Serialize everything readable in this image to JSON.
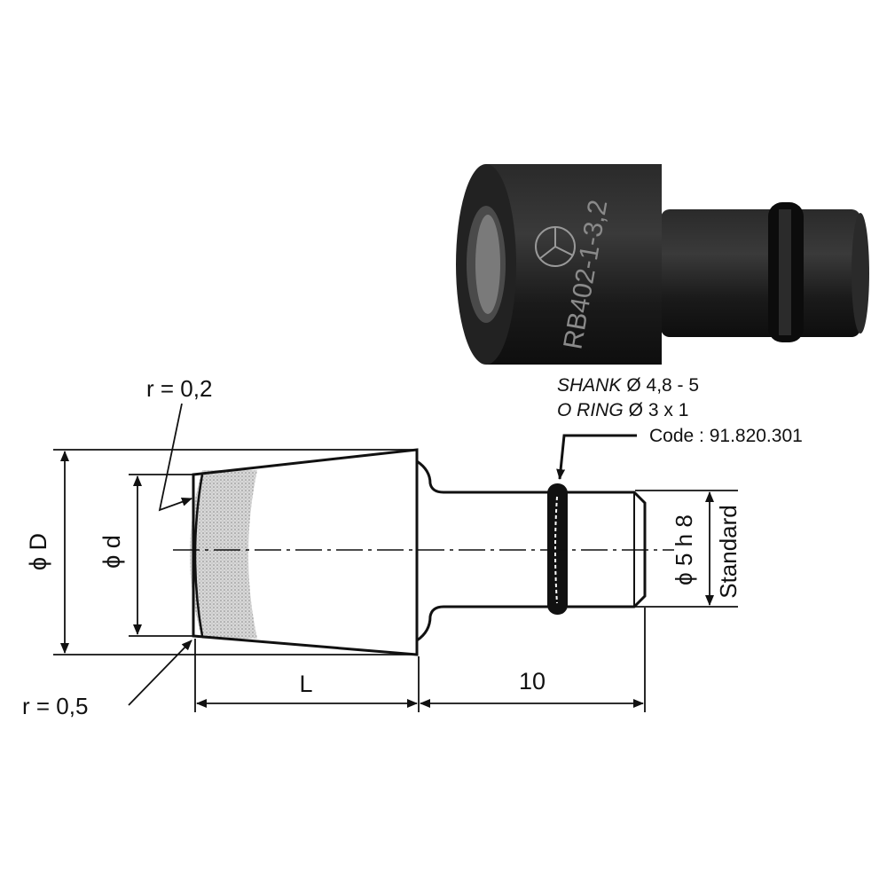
{
  "photo": {
    "engraving": "RB402-1-3,2",
    "colors": {
      "body": "#1c1c1c",
      "highlight": "#6a6a6a"
    }
  },
  "specs": {
    "shank": "SHANK",
    "shank_value": "Ø 4,8 - 5",
    "oring": "O RING",
    "oring_value": "Ø 3 x 1",
    "code": "Code : 91.820.301"
  },
  "dimensions": {
    "r_top": "r = 0,2",
    "r_bottom": "r = 0,5",
    "dia_D": "ϕ D",
    "dia_d": "ϕ d",
    "length_L": "L",
    "length_10": "10",
    "dia_shank": "ϕ 5 h 8",
    "standard": "Standard"
  }
}
